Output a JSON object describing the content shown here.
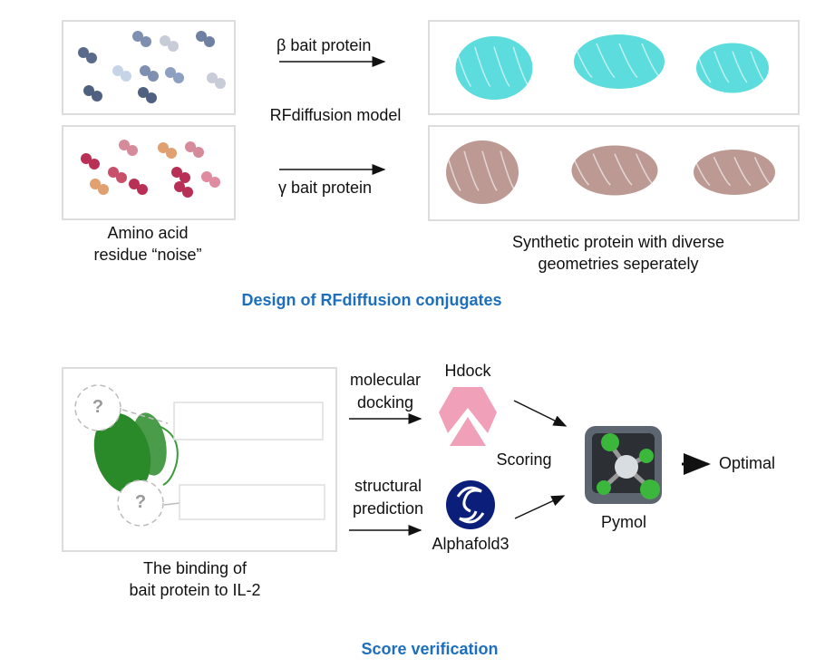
{
  "top": {
    "beta_label": "β bait protein",
    "model_label": "RFdiffusion model",
    "gamma_label": "γ bait protein",
    "noise_label": [
      "Amino acid",
      "residue “noise”"
    ],
    "synthetic_label": [
      "Synthetic protein with diverse",
      "geometries seperately"
    ],
    "section_title": "Design of RFdiffusion conjugates"
  },
  "bottom": {
    "binding_label": [
      "The binding of",
      "bait protein to IL-2"
    ],
    "question_mark": "?",
    "docking_label": [
      "molecular",
      "docking"
    ],
    "prediction_label": [
      "structural",
      "prediction"
    ],
    "hdock_label": "Hdock",
    "alphafold_label": "Alphafold3",
    "scoring_label": "Scoring",
    "pymol_label": "Pymol",
    "optimal_label": "Optimal",
    "section_title": "Score verification"
  },
  "colors": {
    "title_blue": "#1d6fbd",
    "beta_protein": "#3fd6d6",
    "gamma_protein": "#b08880",
    "il2": "#2a8a2a",
    "hdock": "#f0a0b8",
    "alphafold": "#0b1f7a"
  }
}
